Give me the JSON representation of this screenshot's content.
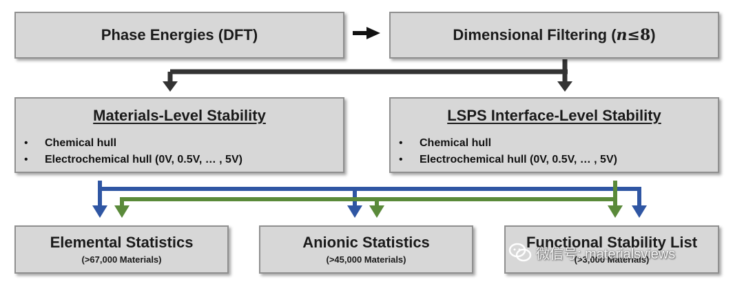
{
  "top": {
    "left_box": {
      "title": "Phase Energies (DFT)"
    },
    "right_box": {
      "title_text": "Dimensional Filtering (",
      "math_var": "n",
      "math_op": " ≤ ",
      "math_num": "8",
      "title_close": ")"
    }
  },
  "middle": {
    "left_box": {
      "title": "Materials-Level Stability",
      "bullets": [
        "Chemical hull",
        "Electrochemical hull (0V, 0.5V, … , 5V)"
      ]
    },
    "right_box": {
      "title": "LSPS Interface-Level Stability",
      "bullets": [
        "Chemical hull",
        "Electrochemical hull (0V, 0.5V, … , 5V)"
      ]
    }
  },
  "bottom": {
    "boxes": [
      {
        "title": "Elemental Statistics",
        "subtitle": "(>67,000 Materials)"
      },
      {
        "title": "Anionic Statistics",
        "subtitle": "(>45,000 Materials)"
      },
      {
        "title": "Functional Stability List",
        "subtitle": "(>3,000 Materials)"
      }
    ]
  },
  "colors": {
    "box_fill": "#d7d7d7",
    "dark_connector": "#333333",
    "blue_connector": "#2f56a3",
    "green_connector": "#5a8a3a"
  },
  "watermark": {
    "text": "微信号: materialsviews"
  }
}
